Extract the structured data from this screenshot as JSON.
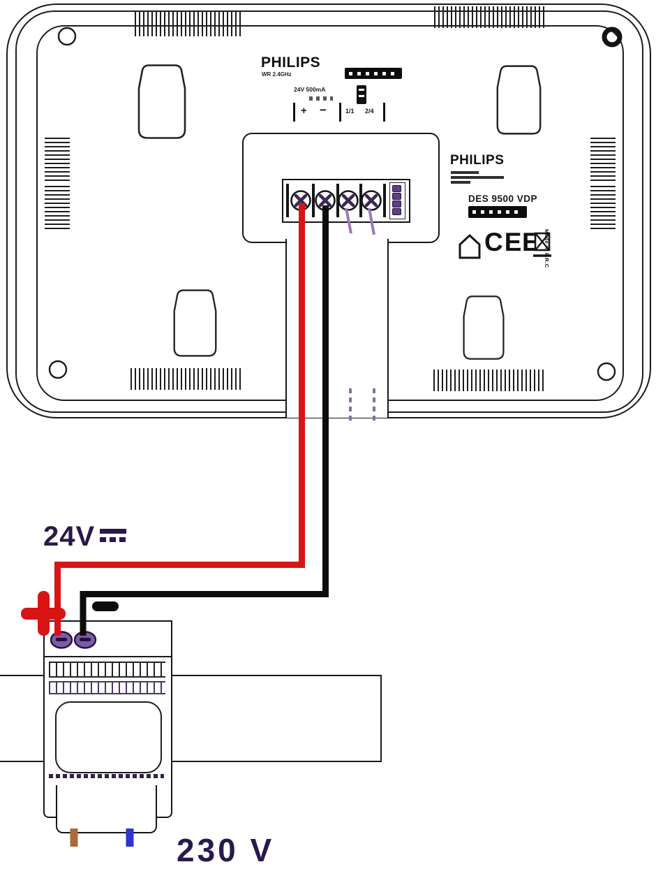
{
  "monitor": {
    "brand": "PHILIPS",
    "radio_label": "WR 2.4GHz",
    "rating_label": "24V 500mA",
    "terminal_labels": {
      "plus": "+",
      "minus": "−",
      "third": "1/1",
      "fourth": "2/4"
    },
    "right_panel": {
      "brand": "PHILIPS",
      "model": "DES 9500 VDP",
      "ce_mark": "CE",
      "e_mark": "E",
      "made_in": "Made in P.R.C"
    }
  },
  "power_supply": {
    "dc_voltage_label": "24V",
    "plus_label": "+",
    "minus_label": "−",
    "mains_voltage_label": "230 V"
  },
  "wires": {
    "positive": {
      "color_name": "red",
      "hex": "#d91414"
    },
    "negative": {
      "color_name": "black",
      "hex": "#0d0d0d"
    },
    "mains_live": {
      "color_name": "brown",
      "hex": "#a96a3e"
    },
    "mains_neutral": {
      "color_name": "blue",
      "hex": "#3132cf"
    },
    "unused_terminals": {
      "color_name": "purple",
      "hex": "#8a6ab0"
    }
  },
  "accent_colors": {
    "label_text": "#2b1847",
    "terminal_purple": "#6d4f9e"
  }
}
